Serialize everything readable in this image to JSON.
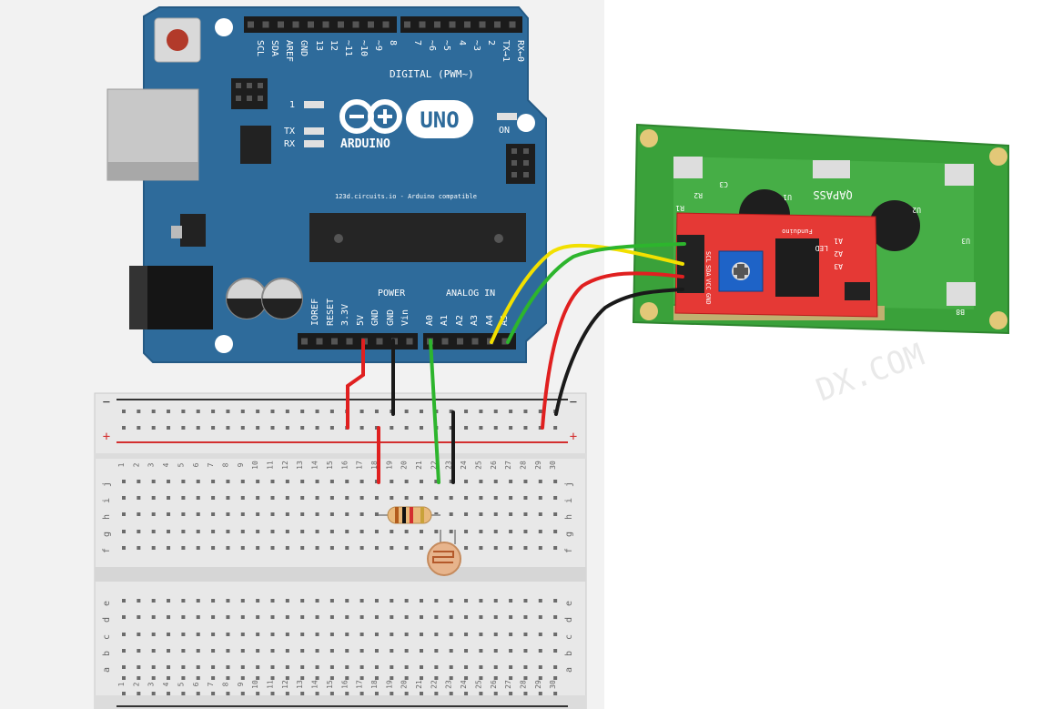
{
  "arduino": {
    "header_top": [
      "SCL",
      "SDA",
      "AREF",
      "GND",
      "13",
      "12",
      "~11",
      "~10",
      "~9",
      "8",
      "7",
      "~6",
      "~5",
      "4",
      "~3",
      "2",
      "TX→1",
      "RX←0"
    ],
    "digital_label": "DIGITAL (PWM~)",
    "led_l": "1",
    "led_tx": "TX",
    "led_rx": "RX",
    "logo_text": "ARDUINO",
    "uno_text": "UNO",
    "on_label": "ON",
    "compatible_text": "123d.circuits.io - Arduino compatible",
    "power_title": "POWER",
    "analog_title": "ANALOG IN",
    "power_pins": [
      "IOREF",
      "RESET",
      "3.3V",
      "5V",
      "GND",
      "GND",
      "Vin"
    ],
    "analog_pins": [
      "A0",
      "A1",
      "A2",
      "A3",
      "A4",
      "A5"
    ]
  },
  "breadboard": {
    "plus": "+",
    "minus": "−",
    "row_labels_top": [
      "j",
      "i",
      "h",
      "g",
      "f"
    ],
    "row_labels_bottom": [
      "e",
      "d",
      "c",
      "b",
      "a"
    ],
    "columns": [
      "1",
      "2",
      "3",
      "4",
      "5",
      "6",
      "7",
      "8",
      "9",
      "10",
      "11",
      "12",
      "13",
      "14",
      "15",
      "16",
      "17",
      "18",
      "19",
      "20",
      "21",
      "22",
      "23",
      "24",
      "25",
      "26",
      "27",
      "28",
      "29",
      "30"
    ]
  },
  "lcd": {
    "brand_mirrored": "QAPASS",
    "pins": [
      "GND",
      "VCC",
      "SDA",
      "SCL"
    ],
    "board_text": "Funduino",
    "labels": [
      "U1",
      "U2",
      "U3",
      "R1",
      "R2",
      "C3",
      "A1",
      "A2",
      "A3",
      "B8",
      "LED"
    ],
    "watermark": "DX.COM"
  },
  "colors": {
    "arduino_blue": "#2e6b9b",
    "board_green": "#3aa13a",
    "module_red": "#e53935",
    "wire_red": "#e02020",
    "wire_black": "#1a1a1a",
    "wire_green": "#2db52d",
    "wire_yellow": "#f2e000"
  }
}
